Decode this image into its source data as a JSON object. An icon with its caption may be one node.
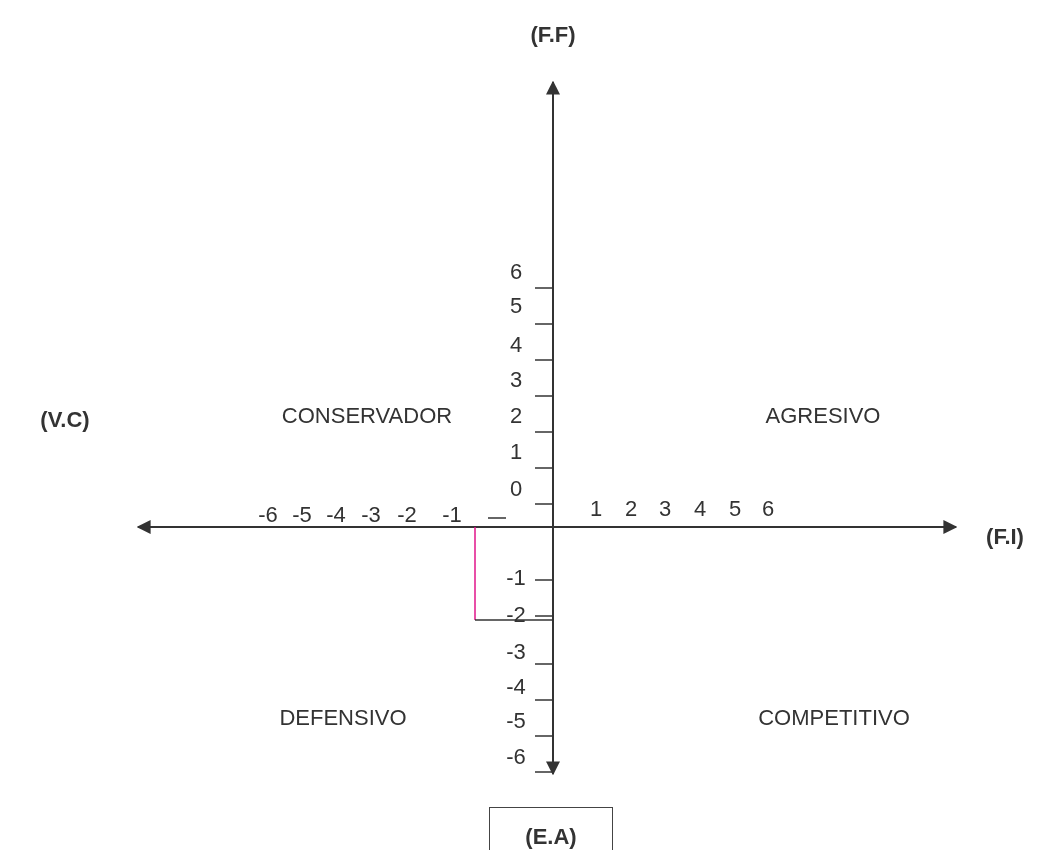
{
  "diagram": {
    "nodes": [
      {
        "text": [
          "(E.A)"
        ]
      }
    ],
    "labels": [
      "(F.F)",
      "(V.C)",
      "(F.I)",
      "CONSERVADOR",
      "AGRESIVO",
      "DEFENSIVO",
      "COMPETITIVO",
      "6",
      "5",
      "4",
      "3",
      "2",
      "1",
      "0",
      "-6",
      "-5",
      "-4",
      "-3",
      "-2",
      "-1",
      "1",
      "2",
      "3",
      "4",
      "5",
      "6",
      "-1",
      "-2",
      "-3",
      "-4",
      "-5",
      "-6"
    ]
  }
}
